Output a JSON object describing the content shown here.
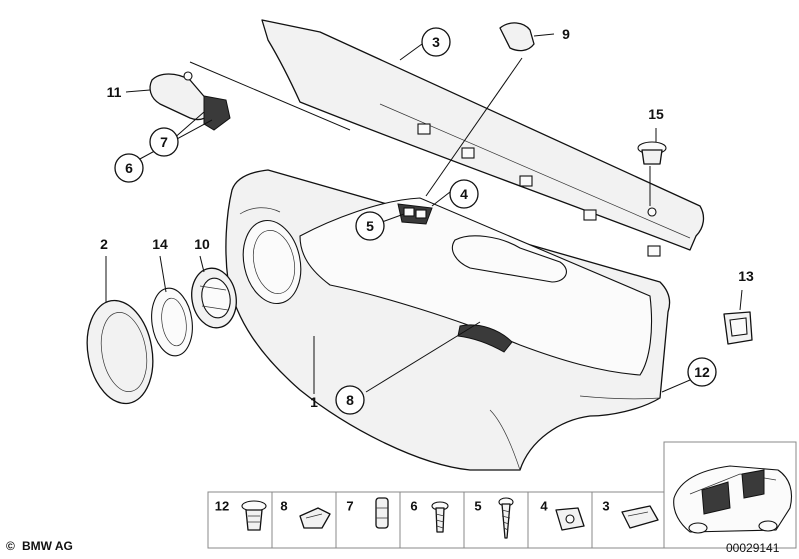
{
  "callouts": [
    {
      "label": "1"
    },
    {
      "label": "2"
    },
    {
      "label": "3"
    },
    {
      "label": "4"
    },
    {
      "label": "5"
    },
    {
      "label": "6"
    },
    {
      "label": "7"
    },
    {
      "label": "8"
    },
    {
      "label": "9"
    },
    {
      "label": "10"
    },
    {
      "label": "11"
    },
    {
      "label": "12"
    },
    {
      "label": "13"
    },
    {
      "label": "14"
    },
    {
      "label": "15"
    }
  ],
  "fastener_strip": [
    {
      "label": "12"
    },
    {
      "label": "8"
    },
    {
      "label": "7"
    },
    {
      "label": "6"
    },
    {
      "label": "5"
    },
    {
      "label": "4"
    },
    {
      "label": "3"
    }
  ],
  "footer": {
    "copyright_symbol": "©",
    "brand": "BMW AG",
    "diagram_number": "00029141"
  }
}
